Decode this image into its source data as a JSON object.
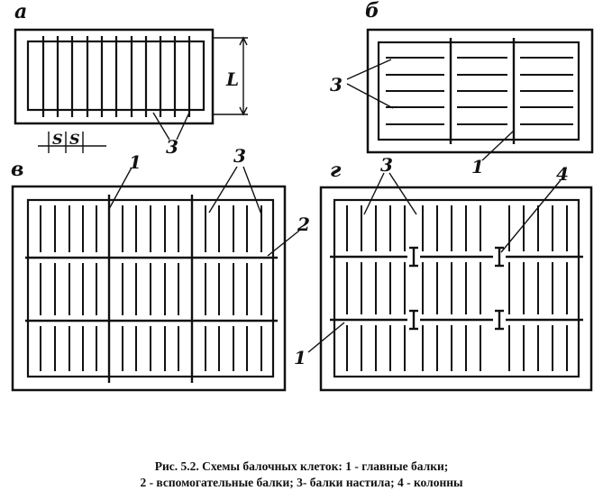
{
  "figure": {
    "panels": {
      "a": "а",
      "b": "б",
      "v": "в",
      "g": "г"
    },
    "dims": {
      "length": "L",
      "spacing": "S"
    },
    "callouts": {
      "main_beams": "1",
      "secondary_beams": "2",
      "deck_beams": "3",
      "columns": "4"
    },
    "caption": {
      "line1": "Рис. 5.2. Схемы балочных клеток: 1 - главные балки;",
      "line2": "2 - вспомогательные балки; 3- балки настила; 4 - колонны"
    }
  }
}
